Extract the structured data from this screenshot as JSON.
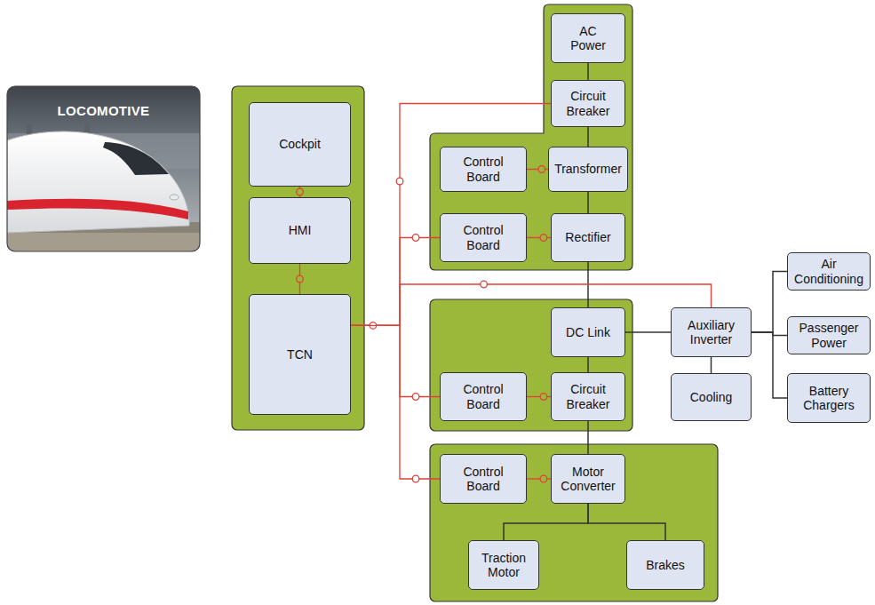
{
  "diagram": {
    "nodes": [
      {
        "text": [
          "Cockpit"
        ]
      },
      {
        "text": [
          "HMI"
        ]
      },
      {
        "text": [
          "TCN"
        ]
      },
      {
        "text": [
          "AC Power"
        ]
      },
      {
        "text": [
          "Circuit Breaker"
        ]
      },
      {
        "text": [
          "Control Board"
        ]
      },
      {
        "text": [
          "Transformer"
        ]
      },
      {
        "text": [
          "Control Board"
        ]
      },
      {
        "text": [
          "Rectifier"
        ]
      },
      {
        "text": [
          "DC Link"
        ]
      },
      {
        "text": [
          "Control Board"
        ]
      },
      {
        "text": [
          "Circuit Breaker"
        ]
      },
      {
        "text": [
          "Control Board"
        ]
      },
      {
        "text": [
          "Motor Converter"
        ]
      },
      {
        "text": [
          "Traction Motor"
        ]
      },
      {
        "text": [
          "Brakes"
        ]
      },
      {
        "text": [
          "Auxiliary Inverter"
        ]
      },
      {
        "text": [
          "Cooling"
        ]
      },
      {
        "text": [
          "Air Conditioning"
        ]
      },
      {
        "text": [
          "Passenger Power"
        ]
      },
      {
        "text": [
          "Battery Chargers"
        ]
      }
    ],
    "edges": [
      {
        "from": 0,
        "to": 1,
        "arrow": "none"
      },
      {
        "from": 1,
        "to": 2,
        "arrow": "none"
      },
      {
        "from": 3,
        "to": 4,
        "arrow": "none"
      },
      {
        "from": 4,
        "to": 6,
        "arrow": "none"
      },
      {
        "from": 6,
        "to": 8,
        "arrow": "none"
      },
      {
        "from": 8,
        "to": 9,
        "arrow": "none"
      },
      {
        "from": 9,
        "to": 11,
        "arrow": "none"
      },
      {
        "from": 11,
        "to": 13,
        "arrow": "none"
      },
      {
        "from": 13,
        "to": 14,
        "arrow": "none"
      },
      {
        "from": 13,
        "to": 15,
        "arrow": "none"
      },
      {
        "from": 9,
        "to": 16,
        "arrow": "none"
      },
      {
        "from": 16,
        "to": 17,
        "arrow": "none"
      },
      {
        "from": 16,
        "to": 18,
        "arrow": "none"
      },
      {
        "from": 16,
        "to": 19,
        "arrow": "none"
      },
      {
        "from": 16,
        "to": 20,
        "arrow": "none"
      },
      {
        "from": 5,
        "to": 6,
        "arrow": "none"
      },
      {
        "from": 7,
        "to": 8,
        "arrow": "none"
      },
      {
        "from": 10,
        "to": 11,
        "arrow": "none"
      },
      {
        "from": 12,
        "to": 13,
        "arrow": "none"
      },
      {
        "from": 2,
        "to": 4,
        "arrow": "none"
      },
      {
        "from": 2,
        "to": 7,
        "arrow": "none"
      },
      {
        "from": 2,
        "to": 16,
        "arrow": "none"
      },
      {
        "from": 2,
        "to": 10,
        "arrow": "none"
      },
      {
        "from": 2,
        "to": 12,
        "arrow": "none"
      }
    ],
    "labels": [
      "LOCOMOTIVE"
    ]
  }
}
